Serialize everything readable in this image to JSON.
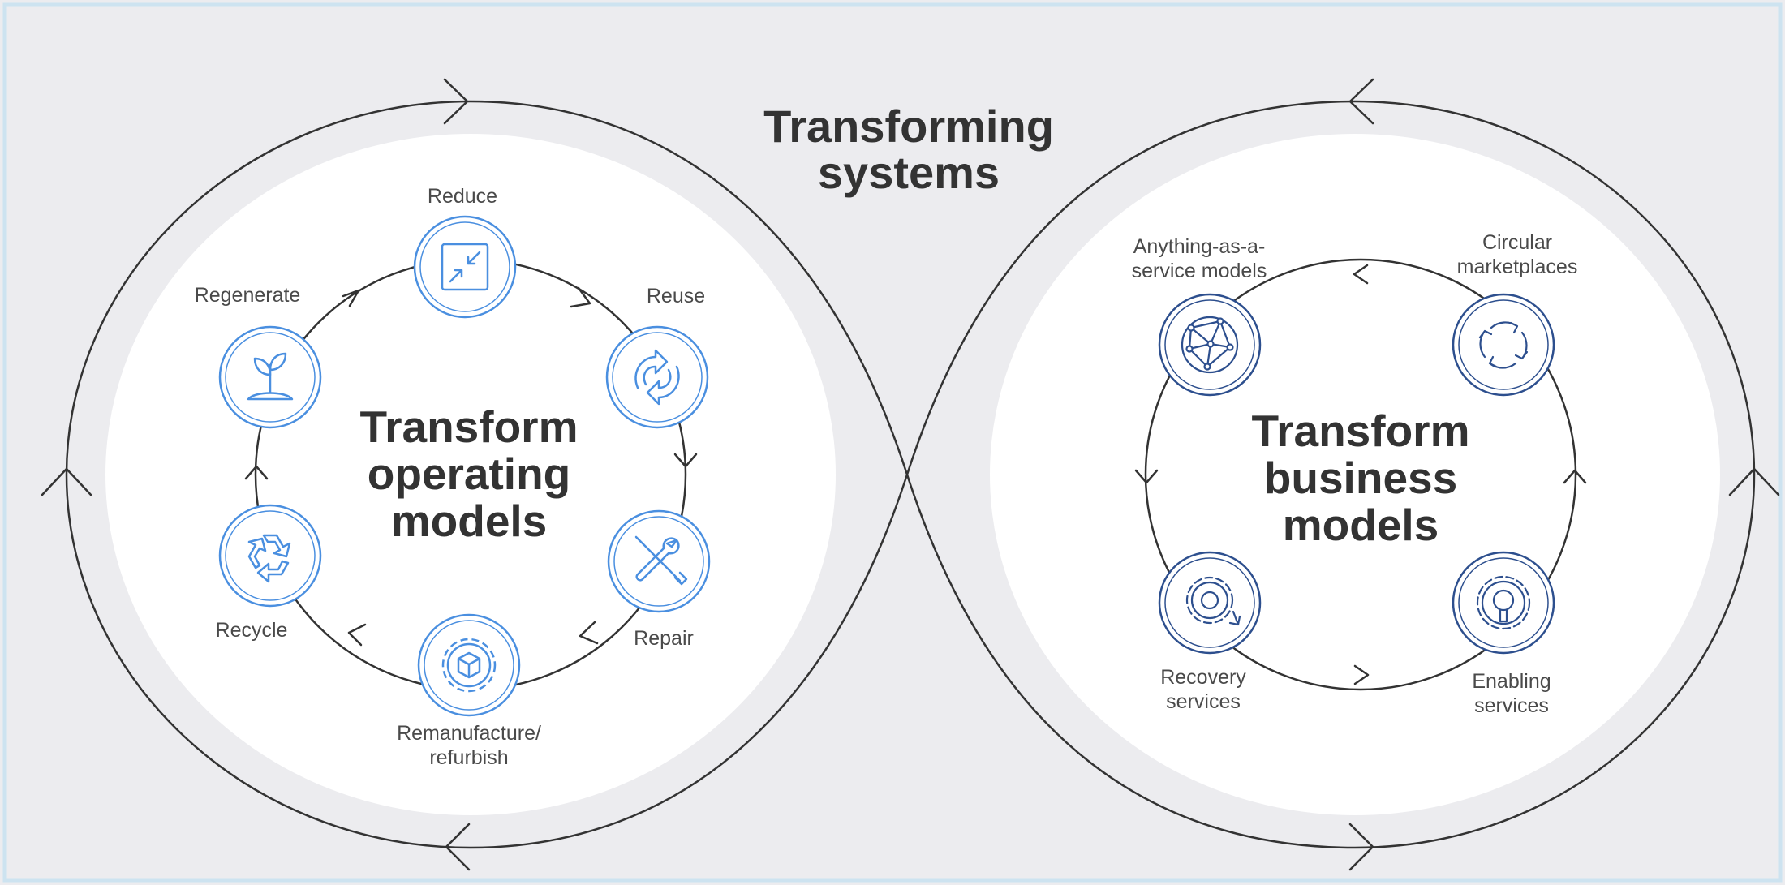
{
  "title": {
    "line1": "Transforming",
    "line2": "systems"
  },
  "left_loop": {
    "center": {
      "line1": "Transform",
      "line2": "operating",
      "line3": "models"
    },
    "stages": [
      {
        "label_line1": "Reduce",
        "label_line2": "",
        "icon": "reduce-arrows-icon"
      },
      {
        "label_line1": "Reuse",
        "label_line2": "",
        "icon": "reuse-arrows-icon"
      },
      {
        "label_line1": "Repair",
        "label_line2": "",
        "icon": "wrench-screwdriver-icon"
      },
      {
        "label_line1": "Remanufacture/",
        "label_line2": "refurbish",
        "icon": "gear-box-icon"
      },
      {
        "label_line1": "Recycle",
        "label_line2": "",
        "icon": "recycle-icon"
      },
      {
        "label_line1": "Regenerate",
        "label_line2": "",
        "icon": "sprout-icon"
      }
    ]
  },
  "right_loop": {
    "center": {
      "line1": "Transform",
      "line2": "business",
      "line3": "models"
    },
    "stages": [
      {
        "label_line1": "Anything-as-a-",
        "label_line2": "service models",
        "icon": "network-globe-icon"
      },
      {
        "label_line1": "Circular",
        "label_line2": "marketplaces",
        "icon": "circular-arrows-icon"
      },
      {
        "label_line1": "Enabling",
        "label_line2": "services",
        "icon": "gear-wrench-icon"
      },
      {
        "label_line1": "Recovery",
        "label_line2": "services",
        "icon": "gear-refresh-icon"
      }
    ]
  },
  "colors": {
    "background": "#ececef",
    "frame": "#cde3f0",
    "loop_fill": "#ffffff",
    "infinity_line": "#333333",
    "operating_icon": "#4a8fe0",
    "business_icon": "#2d4f8e"
  }
}
